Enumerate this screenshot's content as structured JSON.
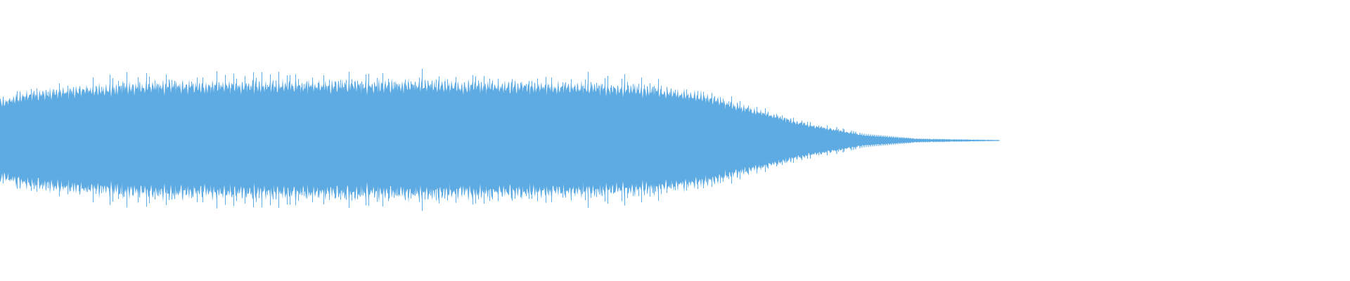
{
  "waveform": {
    "color": "#5dabe2",
    "background": "#ffffff",
    "envelope_keypoints": [
      {
        "t": 0.0,
        "amp": 0.3
      },
      {
        "t": 0.02,
        "amp": 0.36
      },
      {
        "t": 0.06,
        "amp": 0.4
      },
      {
        "t": 0.1,
        "amp": 0.43
      },
      {
        "t": 0.2,
        "amp": 0.44
      },
      {
        "t": 0.3,
        "amp": 0.44
      },
      {
        "t": 0.4,
        "amp": 0.43
      },
      {
        "t": 0.47,
        "amp": 0.41
      },
      {
        "t": 0.52,
        "amp": 0.35
      },
      {
        "t": 0.56,
        "amp": 0.23
      },
      {
        "t": 0.6,
        "amp": 0.12
      },
      {
        "t": 0.64,
        "amp": 0.04
      },
      {
        "t": 0.68,
        "amp": 0.012
      },
      {
        "t": 0.74,
        "amp": 0.003
      },
      {
        "t": 1.0,
        "amp": 0.0
      }
    ],
    "sound_extent_fraction": 0.74,
    "seed": 7
  }
}
